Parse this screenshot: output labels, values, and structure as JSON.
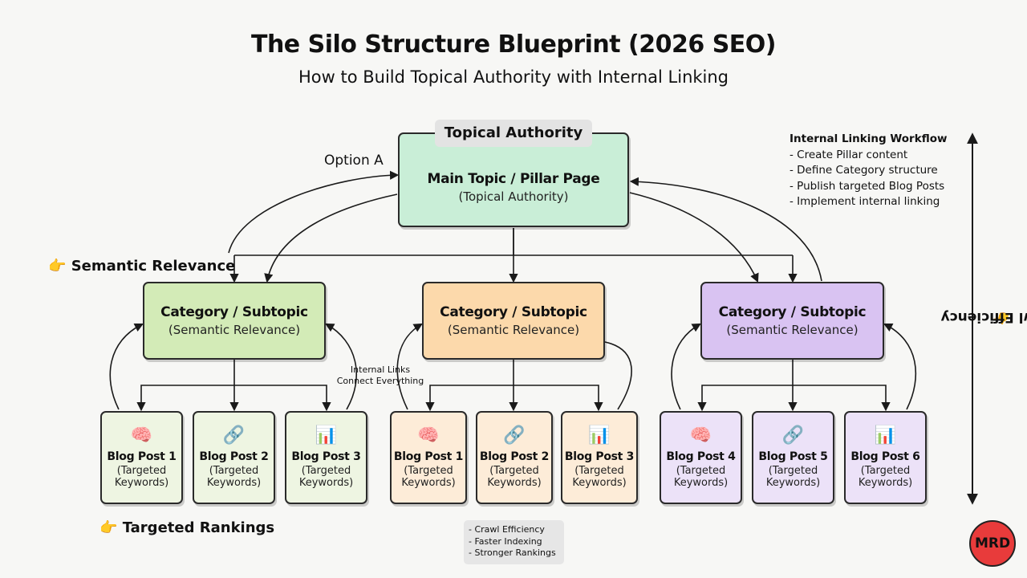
{
  "title": "The Silo Structure Blueprint (2026 SEO)",
  "subtitle": "How to Build Topical Authority with Internal Linking",
  "pillar": {
    "badge": "Topical Authority",
    "title": "Main Topic / Pillar Page",
    "subtitle": "(Topical Authority)"
  },
  "option_label": "Option A",
  "semantic_label": "Semantic Relevance",
  "rankings_label": "Targeted Rankings",
  "pointer_emoji": "👉",
  "categories": [
    {
      "title": "Category / Subtopic",
      "subtitle": "(Semantic Relevance)"
    },
    {
      "title": "Category / Subtopic",
      "subtitle": "(Semantic Relevance)"
    },
    {
      "title": "Category / Subtopic",
      "subtitle": "(Semantic Relevance)"
    }
  ],
  "posts": [
    {
      "icon": "🧠",
      "icon_name": "brain-icon",
      "title": "Blog Post 1",
      "line1": "(Targeted",
      "line2": "Keywords)"
    },
    {
      "icon": "🔗",
      "icon_name": "link-icon",
      "title": "Blog Post 2",
      "line1": "(Targeted",
      "line2": "Keywords)"
    },
    {
      "icon": "📊",
      "icon_name": "chart-icon",
      "title": "Blog Post 3",
      "line1": "(Targeted",
      "line2": "Keywords)"
    },
    {
      "icon": "🧠",
      "icon_name": "brain-icon",
      "title": "Blog Post 1",
      "line1": "(Targeted",
      "line2": "Keywords)"
    },
    {
      "icon": "🔗",
      "icon_name": "link-icon",
      "title": "Blog Post 2",
      "line1": "(Targeted",
      "line2": "Keywords)"
    },
    {
      "icon": "📊",
      "icon_name": "chart-icon",
      "title": "Blog Post 3",
      "line1": "(Targeted",
      "line2": "Keywords)"
    },
    {
      "icon": "🧠",
      "icon_name": "brain-icon",
      "title": "Blog Post 4",
      "line1": "(Targeted",
      "line2": "Keywords)"
    },
    {
      "icon": "🔗",
      "icon_name": "link-icon",
      "title": "Blog Post 5",
      "line1": "(Targeted",
      "line2": "Keywords)"
    },
    {
      "icon": "📊",
      "icon_name": "chart-icon",
      "title": "Blog Post 6",
      "line1": "(Targeted",
      "line2": "Keywords)"
    }
  ],
  "internal_links_note": {
    "line1": "Internal Links",
    "line2": "Connect Everything"
  },
  "workflow": {
    "title": "Internal Linking Workflow",
    "items": [
      "- Create Pillar content",
      "- Define Category structure",
      "- Publish targeted Blog Posts",
      "- Implement internal linking"
    ]
  },
  "crawl_label": "Crawl Efficiency",
  "benefits": [
    "- Crawl Efficiency",
    "- Faster Indexing",
    "- Stronger Rankings"
  ],
  "badge": "MRD",
  "colors": {
    "pillar": "#c9eed7",
    "green_dark": "#d3ebb7",
    "green_light": "#eef5e2",
    "orange_dark": "#fcd9ab",
    "orange_light": "#fdecd8",
    "purple_dark": "#d9c3f2",
    "purple_light": "#ece2f8",
    "badge": "#e83b3b"
  }
}
